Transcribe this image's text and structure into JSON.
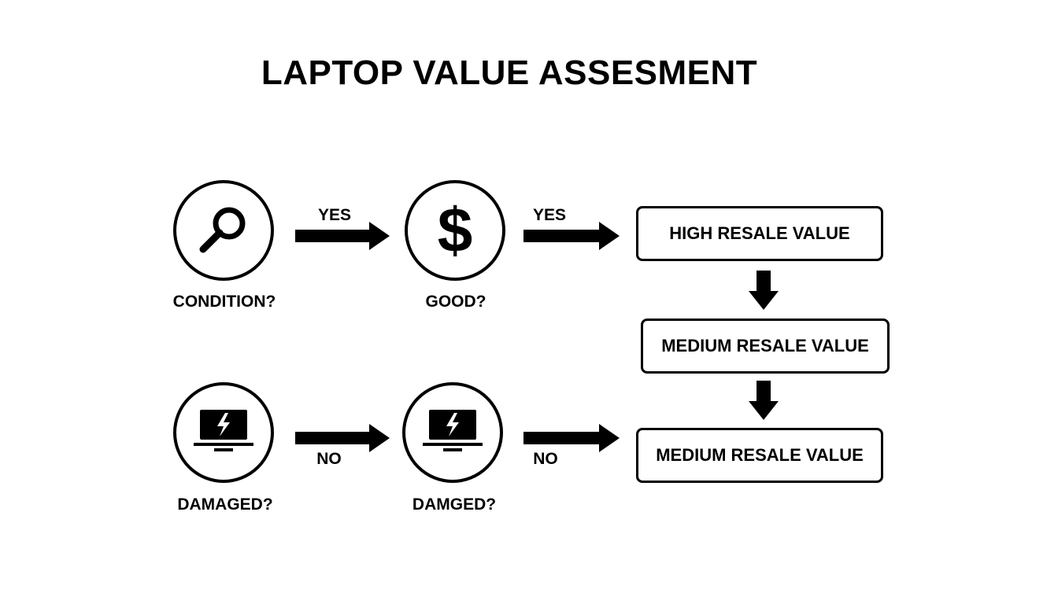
{
  "title": "LAPTOP VALUE ASSESMENT",
  "nodes": {
    "condition": {
      "label": "CONDITION?",
      "icon": "magnifier-icon"
    },
    "good": {
      "label": "GOOD?",
      "icon": "dollar-icon",
      "glyph": "$"
    },
    "damaged": {
      "label": "DAMAGED?",
      "icon": "broken-laptop-icon"
    },
    "damged": {
      "label": "DAMGED?",
      "icon": "broken-laptop-icon"
    }
  },
  "edges": {
    "yes_1": "YES",
    "yes_2": "YES",
    "no_1": "NO",
    "no_2": "NO"
  },
  "outcomes": {
    "high": "HIGH RESALE VALUE",
    "medium_1": "MEDIUM RESALE VALUE",
    "medium_2": "MEDIUM RESALE VALUE"
  },
  "colors": {
    "stroke": "#000000",
    "background": "#ffffff"
  }
}
